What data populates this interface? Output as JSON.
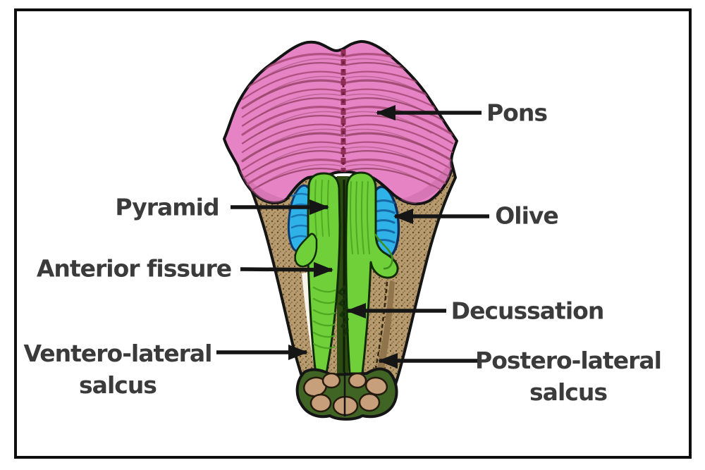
{
  "diagram": {
    "labels": [
      {
        "text": "Pons"
      },
      {
        "text": "Pyramid"
      },
      {
        "text": "Olive"
      },
      {
        "text": "Anterior fissure"
      },
      {
        "text": "Decussation"
      },
      {
        "text": "Ventero-lateral salcus",
        "line1": "Ventero-lateral",
        "line2": "salcus"
      },
      {
        "text": "Postero-lateral salcus",
        "line1": "Postero-lateral",
        "line2": "salcus"
      }
    ],
    "colors": {
      "pons_pink": "#e583c5",
      "pons_striation": "#a3456f",
      "pons_midline_groove": "#8c2b52",
      "pyramid_green": "#6fd03a",
      "olive_blue": "#2eb2e8",
      "lateral_tan": "#b79b6e",
      "stump_tan": "#c79f7b",
      "outline_black": "#161616",
      "label_text": "#3b3b3b",
      "arrow": "#151515",
      "background": "#ffffff"
    }
  }
}
